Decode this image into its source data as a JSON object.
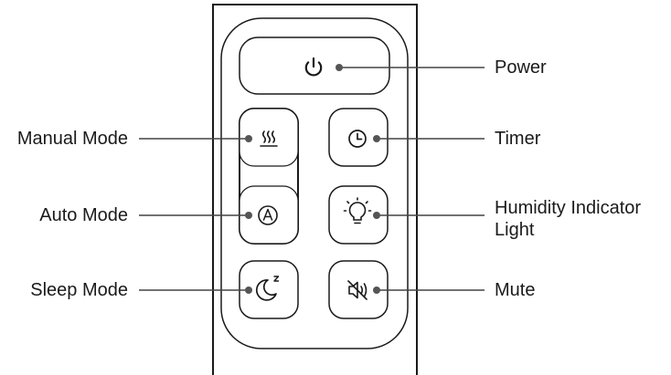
{
  "labels": {
    "power": "Power",
    "manual_mode": "Manual Mode",
    "timer": "Timer",
    "auto_mode": "Auto Mode",
    "humidity_line1": "Humidity Indicator",
    "humidity_line2": "Light",
    "sleep_mode": "Sleep Mode",
    "mute": "Mute"
  },
  "icons": {
    "power": "power-icon",
    "manual_mode": "steam-icon",
    "auto_mode": "circled-a-icon",
    "sleep_mode": "moon-sleep-icon",
    "timer": "clock-icon",
    "humidity_indicator_light": "lightbulb-icon",
    "mute": "speaker-mute-icon"
  },
  "colors": {
    "outline": "#1a1a1a",
    "leader_line": "#444444",
    "leader_dot": "#555555",
    "background": "#ffffff"
  }
}
